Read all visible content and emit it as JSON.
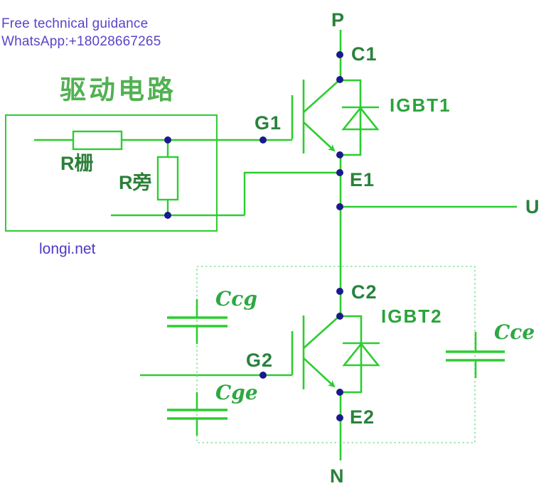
{
  "banner": {
    "line1": "Free technical guidance",
    "line2": "WhatsApp:+18028667265"
  },
  "watermark": "longi.net",
  "drive_circuit": {
    "title": "驱动电路",
    "r_gate_label": "R栅",
    "r_bypass_label": "R旁"
  },
  "terminals": {
    "dc_plus": "P",
    "dc_minus": "N",
    "output": "U"
  },
  "igbt1": {
    "name": "IGBT1",
    "collector": "C1",
    "gate": "G1",
    "emitter": "E1"
  },
  "igbt2": {
    "name": "IGBT2",
    "collector": "C2",
    "gate": "G2",
    "emitter": "E2"
  },
  "parasitic_capacitors": {
    "collector_gate": "Ccg",
    "gate_emitter": "Cge",
    "collector_emitter": "Cce"
  },
  "colors": {
    "wire_green": "#2dcd30",
    "junction_dot_navy": "#1a1a8c",
    "node_label_green": "#28823c",
    "component_label_green": "#2ba33b",
    "title_green": "#52b152",
    "cap_label_green": "#2ea844",
    "banner_purple": "#5a44c8",
    "dashed_box_green": "#8fdc9f"
  }
}
